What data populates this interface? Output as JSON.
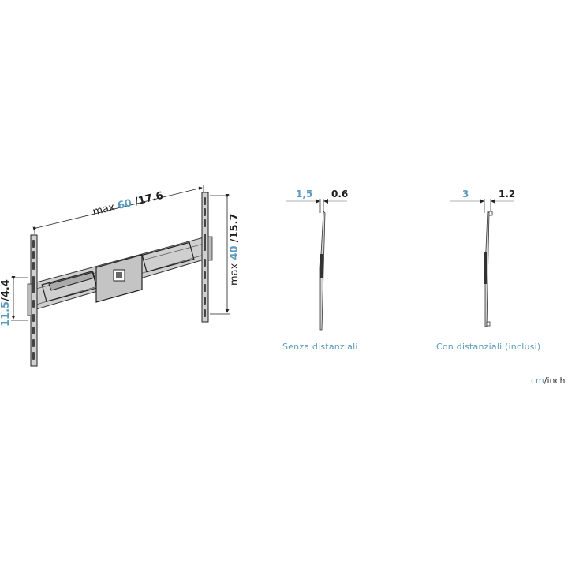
{
  "diagram": {
    "subject": "TV wall mount technical drawing",
    "colors": {
      "accent": "#5b9bbf",
      "line": "#222222",
      "metal": "#c8c8c8"
    },
    "front_view": {
      "width_label": {
        "prefix": "max",
        "cm": "60",
        "inch": "/17.6"
      },
      "height_label": {
        "prefix": "max",
        "cm": "40",
        "inch": "/15.7"
      },
      "bracket_height_label": {
        "cm": "11.5",
        "inch": "/4.4"
      }
    },
    "side_view_without_spacers": {
      "gap_cm": "1,5",
      "gap_inch": "0.6",
      "caption": "Senza distanziali"
    },
    "side_view_with_spacers": {
      "gap_cm": "3",
      "gap_inch": "1.2",
      "caption": "Con distanziali (inclusi)"
    },
    "units": {
      "cm": "cm",
      "separator": "/",
      "inch": "inch"
    }
  }
}
